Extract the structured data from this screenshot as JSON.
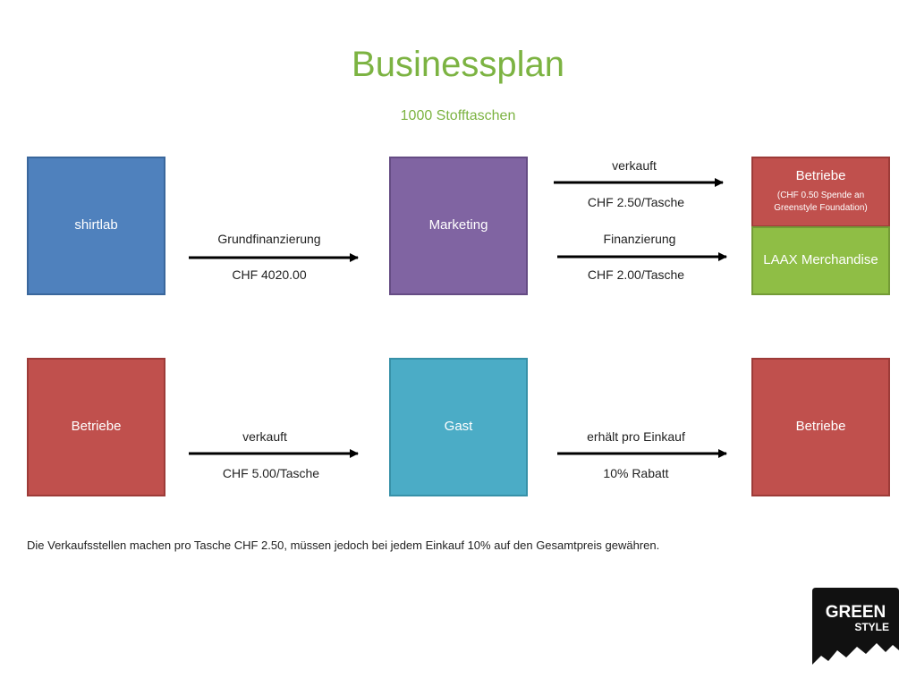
{
  "header": {
    "title": "Businessplan",
    "subtitle": "1000 Stofftaschen"
  },
  "diagram": {
    "row1": {
      "box_left": "shirtlab",
      "box_middle": "Marketing",
      "box_right_top_title": "Betriebe",
      "box_right_top_note": "(CHF 0.50 Spende an Greenstyle Foundation)",
      "box_right_bottom": "LAAX Merchandise",
      "arrow_left_top": "Grundfinanzierung",
      "arrow_left_bottom": "CHF 4020.00",
      "arrow_right_upper_top": "verkauft",
      "arrow_right_upper_bottom": "CHF 2.50/Tasche",
      "arrow_right_lower_top": "Finanzierung",
      "arrow_right_lower_bottom": "CHF 2.00/Tasche"
    },
    "row2": {
      "box_left": "Betriebe",
      "box_middle": "Gast",
      "box_right": "Betriebe",
      "arrow_left_top": "verkauft",
      "arrow_left_bottom": "CHF 5.00/Tasche",
      "arrow_right_top": "erhält pro Einkauf",
      "arrow_right_bottom": "10% Rabatt"
    }
  },
  "footnote": "Die Verkaufsstellen machen pro Tasche CHF 2.50, müssen jedoch bei jedem Einkauf 10% auf den Gesamtpreis gewähren.",
  "logo": {
    "line1": "GREEN",
    "line2": "STYLE"
  },
  "colors": {
    "title_green": "#7cb342",
    "shirtlab_blue": "#4f81bd",
    "marketing_purple": "#8064a2",
    "betriebe_red": "#c0504d",
    "laax_green": "#8fbe45",
    "gast_cyan": "#4bacc6"
  }
}
